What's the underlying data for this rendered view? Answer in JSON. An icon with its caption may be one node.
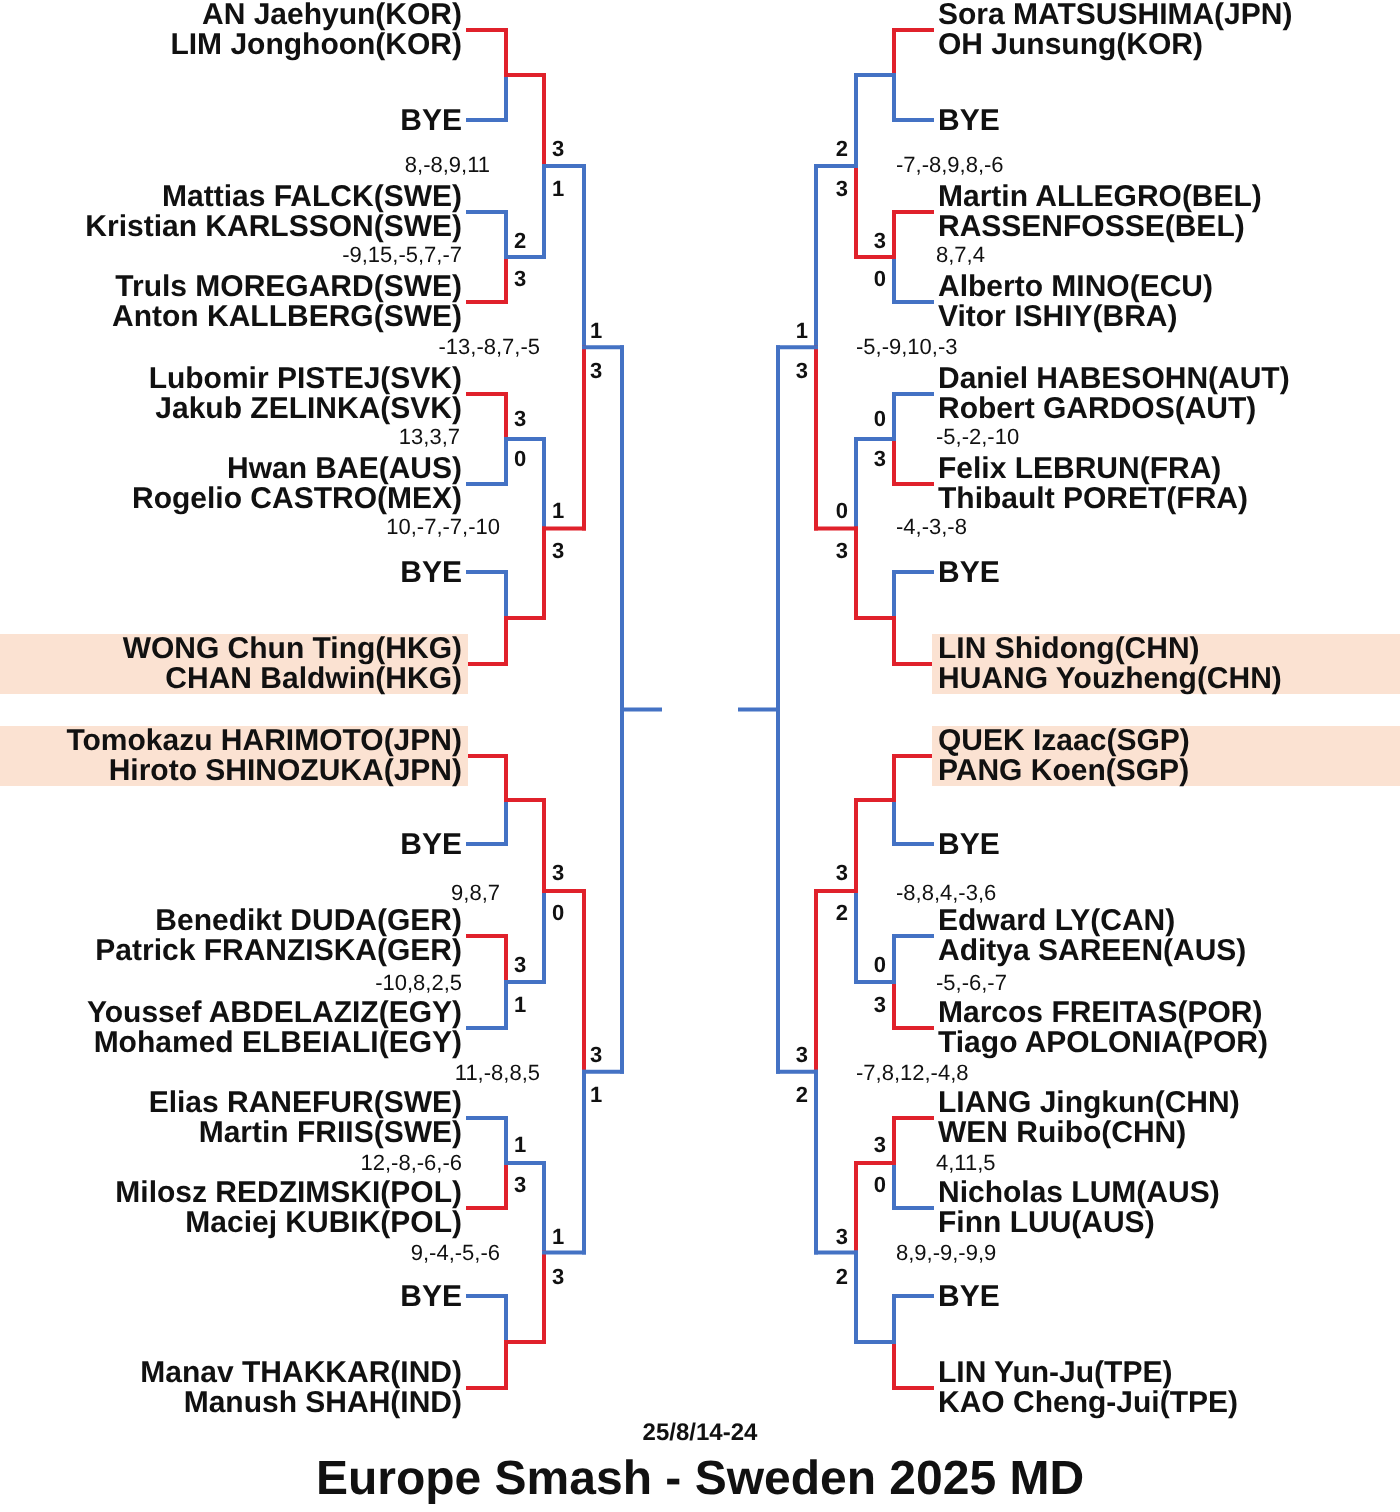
{
  "diagram": {
    "title": "Europe Smash - Sweden 2025 MD",
    "nodes": [
      {
        "text": [
          "AN Jaehyun(KOR)",
          "LIM Jonghoon(KOR)"
        ]
      },
      {
        "text": [
          "BYE"
        ]
      },
      {
        "text": [
          "Mattias FALCK(SWE)",
          "Kristian KARLSSON(SWE)"
        ]
      },
      {
        "text": [
          "Truls MOREGARD(SWE)",
          "Anton KALLBERG(SWE)"
        ]
      },
      {
        "text": [
          "Lubomir PISTEJ(SVK)",
          "Jakub ZELINKA(SVK)"
        ]
      },
      {
        "text": [
          "Hwan BAE(AUS)",
          "Rogelio CASTRO(MEX)"
        ]
      },
      {
        "text": [
          "BYE"
        ]
      },
      {
        "text": [
          "WONG Chun Ting(HKG)",
          "CHAN Baldwin(HKG)"
        ]
      },
      {
        "text": [
          "Tomokazu HARIMOTO(JPN)",
          "Hiroto SHINOZUKA(JPN)"
        ]
      },
      {
        "text": [
          "BYE"
        ]
      },
      {
        "text": [
          "Benedikt DUDA(GER)",
          "Patrick FRANZISKA(GER)"
        ]
      },
      {
        "text": [
          "Youssef ABDELAZIZ(EGY)",
          "Mohamed ELBEIALI(EGY)"
        ]
      },
      {
        "text": [
          "Elias RANEFUR(SWE)",
          "Martin FRIIS(SWE)"
        ]
      },
      {
        "text": [
          "Milosz REDZIMSKI(POL)",
          "Maciej KUBIK(POL)"
        ]
      },
      {
        "text": [
          "BYE"
        ]
      },
      {
        "text": [
          "Manav THAKKAR(IND)",
          "Manush SHAH(IND)"
        ]
      },
      {
        "text": [
          "Sora MATSUSHIMA(JPN)",
          "OH Junsung(KOR)"
        ]
      },
      {
        "text": [
          "BYE"
        ]
      },
      {
        "text": [
          "Martin ALLEGRO(BEL)",
          "RASSENFOSSE(BEL)"
        ]
      },
      {
        "text": [
          "Alberto MINO(ECU)",
          "Vitor ISHIY(BRA)"
        ]
      },
      {
        "text": [
          "Daniel HABESOHN(AUT)",
          "Robert GARDOS(AUT)"
        ]
      },
      {
        "text": [
          "Felix LEBRUN(FRA)",
          "Thibault PORET(FRA)"
        ]
      },
      {
        "text": [
          "BYE"
        ]
      },
      {
        "text": [
          "LIN Shidong(CHN)",
          "HUANG Youzheng(CHN)"
        ]
      },
      {
        "text": [
          "QUEK Izaac(SGP)",
          "PANG Koen(SGP)"
        ]
      },
      {
        "text": [
          "BYE"
        ]
      },
      {
        "text": [
          "Edward LY(CAN)",
          "Aditya SAREEN(AUS)"
        ]
      },
      {
        "text": [
          "Marcos FREITAS(POR)",
          "Tiago APOLONIA(POR)"
        ]
      },
      {
        "text": [
          "LIANG Jingkun(CHN)",
          "WEN Ruibo(CHN)"
        ]
      },
      {
        "text": [
          "Nicholas LUM(AUS)",
          "Finn LUU(AUS)"
        ]
      },
      {
        "text": [
          "BYE"
        ]
      },
      {
        "text": [
          "LIN Yun-Ju(TPE)",
          "KAO Cheng-Jui(TPE)"
        ]
      }
    ],
    "labels": [
      "3",
      "8,-8,9,11",
      "1",
      "2",
      "-9,15,-5,7,-7",
      "3",
      "1",
      "-13,-8,7,-5",
      "3",
      "3",
      "13,3,7",
      "0",
      "1",
      "10,-7,-7,-10",
      "3",
      "3",
      "9,8,7",
      "0",
      "3",
      "-10,8,2,5",
      "1",
      "3",
      "11,-8,8,5",
      "1",
      "1",
      "12,-8,-6,-6",
      "3",
      "1",
      "9,-4,-5,-6",
      "3",
      "2",
      "-7,-8,9,8,-6",
      "3",
      "3",
      "8,7,4",
      "0",
      "1",
      "-5,-9,10,-3",
      "3",
      "0",
      "-5,-2,-10",
      "3",
      "0",
      "-4,-3,-8",
      "3",
      "3",
      "-8,8,4,-3,6",
      "2",
      "0",
      "-5,-6,-7",
      "3",
      "3",
      "-7,8,12,-4,8",
      "2",
      "3",
      "4,11,5",
      "0",
      "3",
      "8,9,-9,-9,9",
      "2",
      "25/8/14-24"
    ]
  }
}
